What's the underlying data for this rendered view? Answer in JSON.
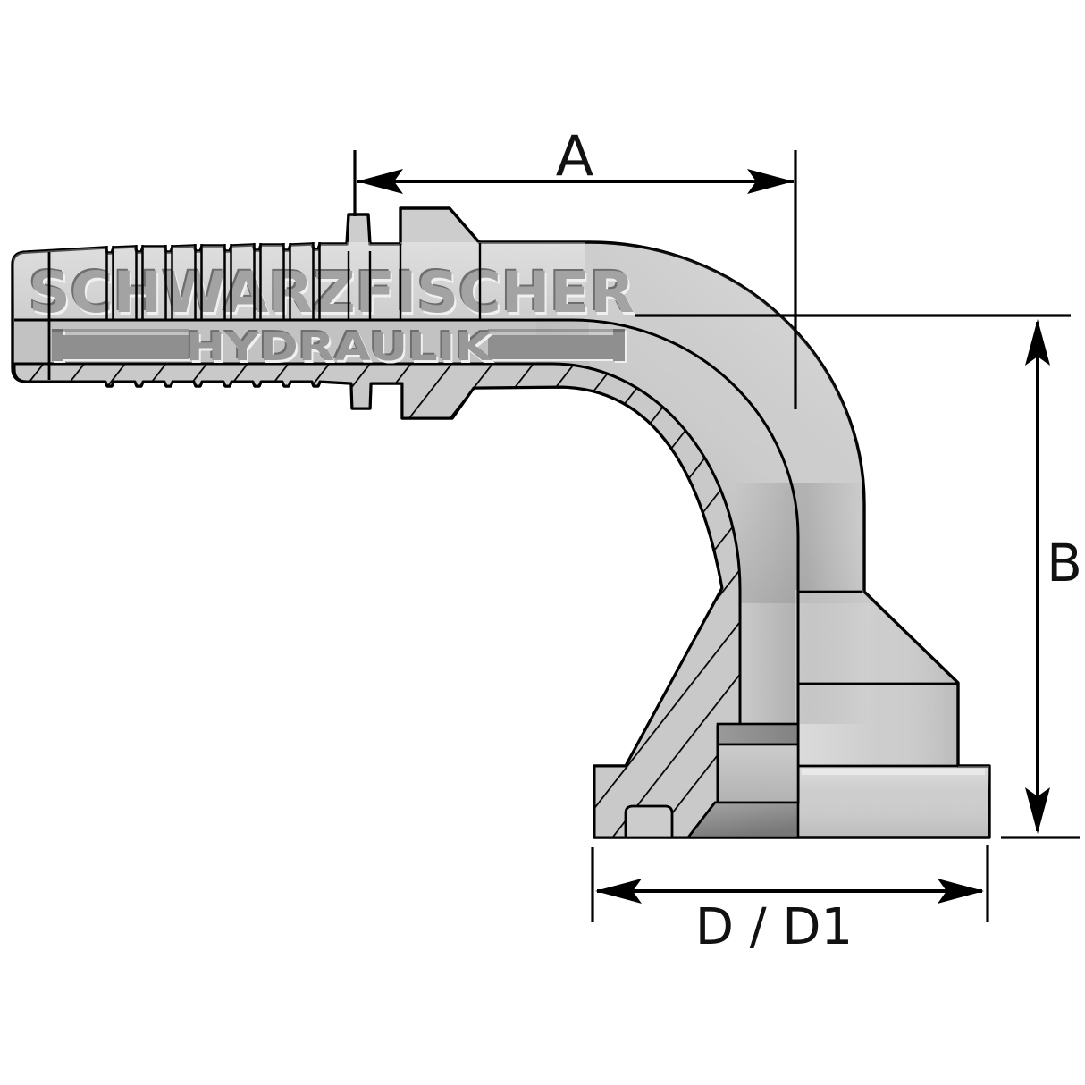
{
  "page": {
    "background_color": "#ffffff",
    "kind": "technical line drawing / dimensional diagram"
  },
  "drawing": {
    "description": "Cross-section of a 90-degree SAE flange elbow hydraulic hose fitting with barbed hose tail",
    "colors": {
      "body": "#cdcdcd",
      "body_highlight": "#dedede",
      "hatch_background": "#c9c9c9",
      "recess_dark": "#8d8d8d",
      "recess_darker": "#7e7e7e",
      "counterbore": "#c2c2c2",
      "outline": "#000000"
    }
  },
  "watermark": {
    "brand": "SCHWARZFISCHER",
    "subtitle": "HYDRAULIK"
  },
  "dimensions": {
    "horizontal_top": "A",
    "vertical_right": "B",
    "horizontal_bottom": "D / D1"
  }
}
